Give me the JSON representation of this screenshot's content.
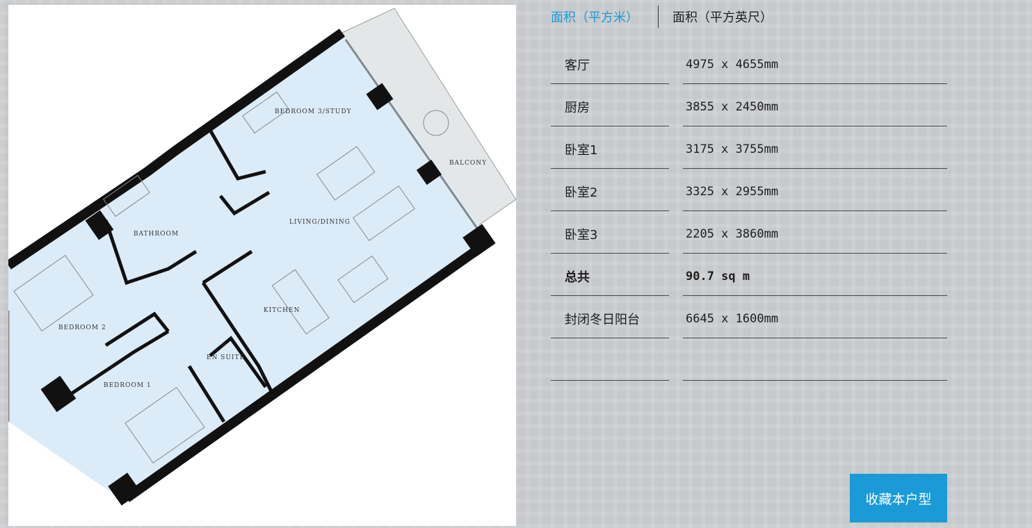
{
  "tabs": [
    {
      "label": "面积（平方米）",
      "active": true
    },
    {
      "label": "面积（平方英尺）",
      "active": false
    }
  ],
  "rooms": [
    {
      "name": "客厅",
      "value": "4975 x 4655mm"
    },
    {
      "name": "厨房",
      "value": "3855 x 2450mm"
    },
    {
      "name": "卧室1",
      "value": "3175 x 3755mm"
    },
    {
      "name": "卧室2",
      "value": "3325 x 2955mm"
    },
    {
      "name": "卧室3",
      "value": "2205 x 3860mm"
    },
    {
      "name": "总共",
      "value": "90.7 sq m",
      "bold": true
    },
    {
      "name": "封闭冬日阳台",
      "value": "6645 x 1600mm"
    },
    {
      "name": "",
      "value": ""
    }
  ],
  "plan_labels": {
    "bedroom3": "BEDROOM 3/STUDY",
    "balcony": "BALCONY",
    "bathroom": "BATHROOM",
    "living": "LIVING/DINING",
    "kitchen": "KITCHEN",
    "bedroom2": "BEDROOM 2",
    "ensuite": "EN SUITE",
    "bedroom1": "BEDROOM 1"
  },
  "favorite_button": "收藏本户型",
  "colors": {
    "accent": "#1a9ad6",
    "floor": "#dcebf8",
    "wall": "#111111",
    "balcony": "#e4e7e8"
  }
}
